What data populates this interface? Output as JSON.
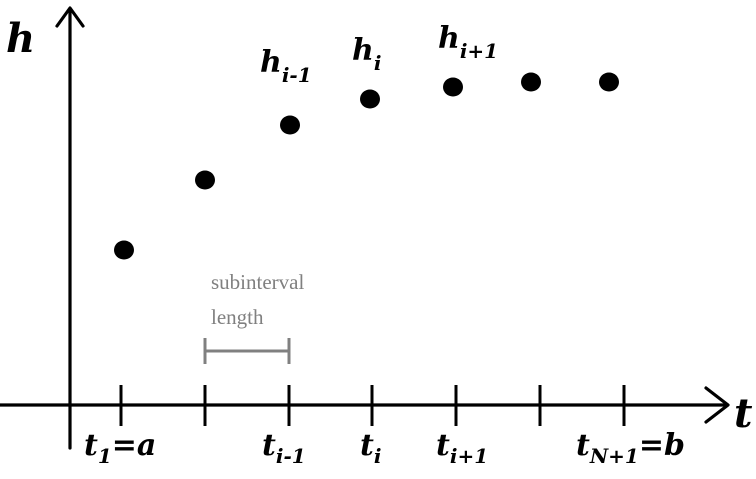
{
  "axes": {
    "y_label": "h",
    "x_label": "t"
  },
  "ticks": [
    {
      "base": "t",
      "sub": "1",
      "suffix": "=a"
    },
    {
      "base": "",
      "sub": "",
      "suffix": ""
    },
    {
      "base": "t",
      "sub": "i-1",
      "suffix": ""
    },
    {
      "base": "t",
      "sub": "i",
      "suffix": ""
    },
    {
      "base": "t",
      "sub": "i+1",
      "suffix": ""
    },
    {
      "base": "",
      "sub": "",
      "suffix": ""
    },
    {
      "base": "t",
      "sub": "N+1",
      "suffix": "=b"
    }
  ],
  "point_labels": [
    {
      "base": "h",
      "sub": "i-1"
    },
    {
      "base": "h",
      "sub": "i"
    },
    {
      "base": "h",
      "sub": "i+1"
    }
  ],
  "annotation": {
    "line1": "subinterval",
    "line2": "length"
  }
}
